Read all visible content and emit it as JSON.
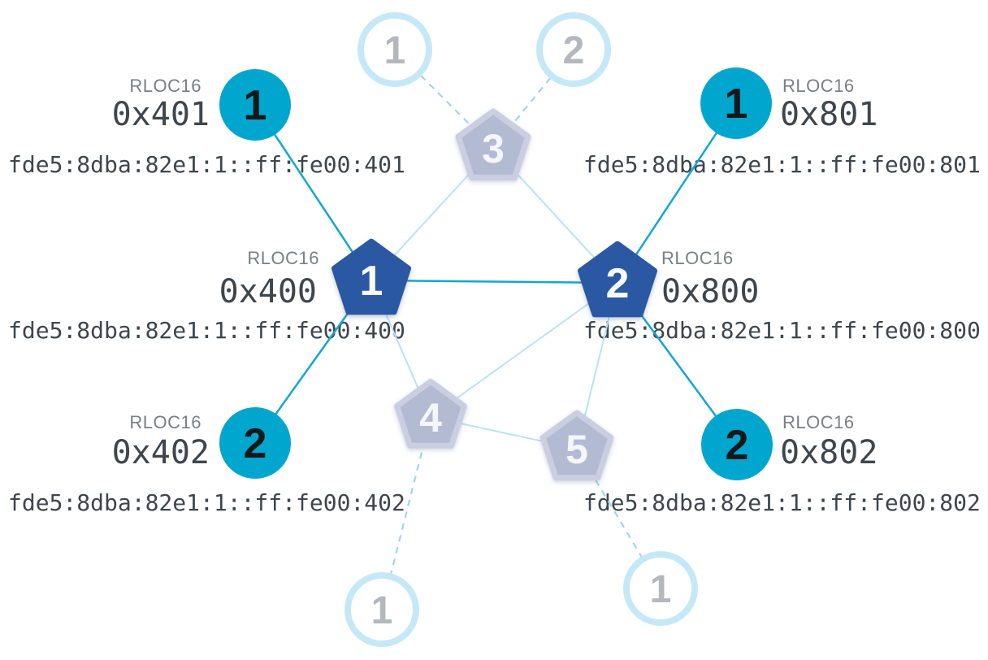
{
  "diagram": {
    "kind": "thread-mesh-network-topology",
    "background": "#ffffff"
  },
  "labels": {
    "rloc16_caption": "RLOC16"
  },
  "colors": {
    "router_active": "#2a58a3",
    "router_faded": "#b3bbd2",
    "child_node": "#00a6cd",
    "ghost_node_ring": "#c5e8f7",
    "link_active": "#12a7d0",
    "link_mesh": "#b7e3f5",
    "link_dashed": "#9ed6ee",
    "text_dark": "#3e464d",
    "text_gray": "#7b7f84"
  },
  "nodes": {
    "leader": {
      "id": "1",
      "role": "router-active",
      "rloc16": "0x400",
      "ipv6": "fde5:8dba:82e1:1::ff:fe00:400"
    },
    "router2": {
      "id": "2",
      "role": "router-active",
      "rloc16": "0x800",
      "ipv6": "fde5:8dba:82e1:1::ff:fe00:800"
    },
    "router3": {
      "id": "3",
      "role": "router-faded"
    },
    "router4": {
      "id": "4",
      "role": "router-faded"
    },
    "router5": {
      "id": "5",
      "role": "router-faded"
    },
    "child_401": {
      "id": "1",
      "role": "child",
      "rloc16": "0x401",
      "ipv6": "fde5:8dba:82e1:1::ff:fe00:401"
    },
    "child_402": {
      "id": "2",
      "role": "child",
      "rloc16": "0x402",
      "ipv6": "fde5:8dba:82e1:1::ff:fe00:402"
    },
    "child_801": {
      "id": "1",
      "role": "child",
      "rloc16": "0x801",
      "ipv6": "fde5:8dba:82e1:1::ff:fe00:801"
    },
    "child_802": {
      "id": "2",
      "role": "child",
      "rloc16": "0x802",
      "ipv6": "fde5:8dba:82e1:1::ff:fe00:802"
    },
    "ghost_top_1": {
      "id": "1",
      "role": "ghost"
    },
    "ghost_top_2": {
      "id": "2",
      "role": "ghost"
    },
    "ghost_bottom_left": {
      "id": "1",
      "role": "ghost"
    },
    "ghost_bottom_right": {
      "id": "1",
      "role": "ghost"
    }
  },
  "edges": [
    {
      "from": "child_401",
      "to": "leader",
      "style": "active"
    },
    {
      "from": "child_402",
      "to": "leader",
      "style": "active"
    },
    {
      "from": "leader",
      "to": "router2",
      "style": "active"
    },
    {
      "from": "child_801",
      "to": "router2",
      "style": "active"
    },
    {
      "from": "child_802",
      "to": "router2",
      "style": "active"
    },
    {
      "from": "leader",
      "to": "router3",
      "style": "mesh"
    },
    {
      "from": "router2",
      "to": "router3",
      "style": "mesh"
    },
    {
      "from": "leader",
      "to": "router4",
      "style": "mesh"
    },
    {
      "from": "router2",
      "to": "router4",
      "style": "mesh"
    },
    {
      "from": "router2",
      "to": "router5",
      "style": "mesh"
    },
    {
      "from": "router4",
      "to": "router5",
      "style": "mesh"
    },
    {
      "from": "ghost_top_1",
      "to": "router3",
      "style": "dashed"
    },
    {
      "from": "ghost_top_2",
      "to": "router3",
      "style": "dashed"
    },
    {
      "from": "router4",
      "to": "ghost_bottom_left",
      "style": "dashed"
    },
    {
      "from": "router5",
      "to": "ghost_bottom_right",
      "style": "dashed"
    }
  ]
}
